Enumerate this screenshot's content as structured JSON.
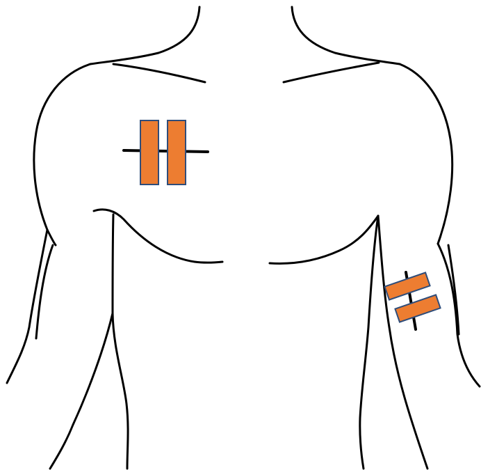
{
  "colors": {
    "background": "#ffffff",
    "outline": "#000000",
    "strip_fill": "#ED7D31",
    "strip_border": "#2F4D7A"
  },
  "sites": [
    {
      "id": "chest",
      "strip_count": 2,
      "orientation": "vertical"
    },
    {
      "id": "upper-arm",
      "strip_count": 2,
      "orientation": "diagonal"
    }
  ]
}
